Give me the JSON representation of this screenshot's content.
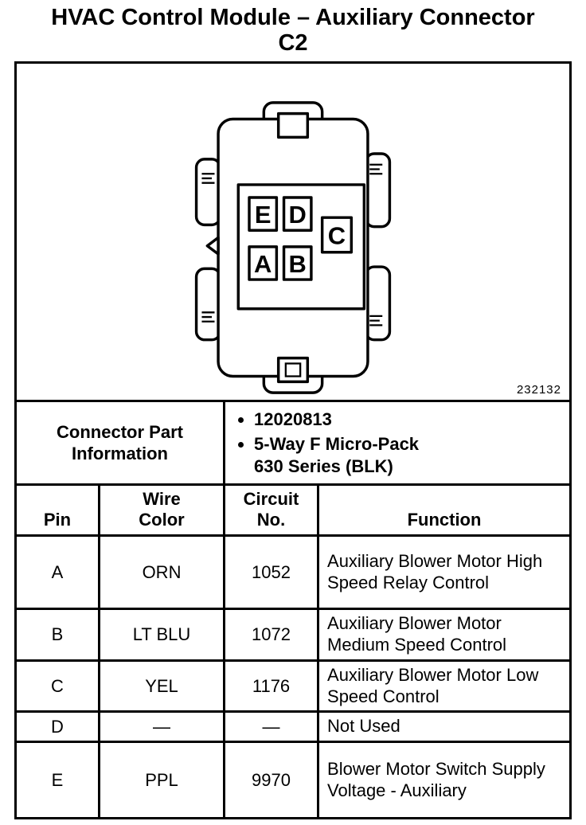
{
  "title": {
    "line1": "HVAC Control Module – Auxiliary Connector",
    "line2": "C2"
  },
  "figure": {
    "number": "232132",
    "pins": {
      "E": "E",
      "D": "D",
      "C": "C",
      "A": "A",
      "B": "B"
    }
  },
  "part_info": {
    "label_line1": "Connector Part",
    "label_line2": "Information",
    "bullets": [
      {
        "lines": [
          "12020813"
        ]
      },
      {
        "lines": [
          "5-Way F Micro-Pack",
          "630 Series (BLK)"
        ]
      }
    ]
  },
  "table": {
    "headers": {
      "pin": "Pin",
      "wire_line1": "Wire",
      "wire_line2": "Color",
      "circuit_line1": "Circuit",
      "circuit_line2": "No.",
      "function": "Function"
    },
    "rows": [
      {
        "pin": "A",
        "wire_color": "ORN",
        "circuit": "1052",
        "function": "Auxiliary Blower Motor High Speed Relay Control"
      },
      {
        "pin": "B",
        "wire_color": "LT BLU",
        "circuit": "1072",
        "function": "Auxiliary Blower Motor Medium Speed Control"
      },
      {
        "pin": "C",
        "wire_color": "YEL",
        "circuit": "1176",
        "function": "Auxiliary Blower Motor Low Speed Control"
      },
      {
        "pin": "D",
        "wire_color": "—",
        "circuit": "—",
        "function": "Not Used"
      },
      {
        "pin": "E",
        "wire_color": "PPL",
        "circuit": "9970",
        "function": "Blower Motor Switch Supply Voltage - Auxiliary"
      }
    ]
  }
}
